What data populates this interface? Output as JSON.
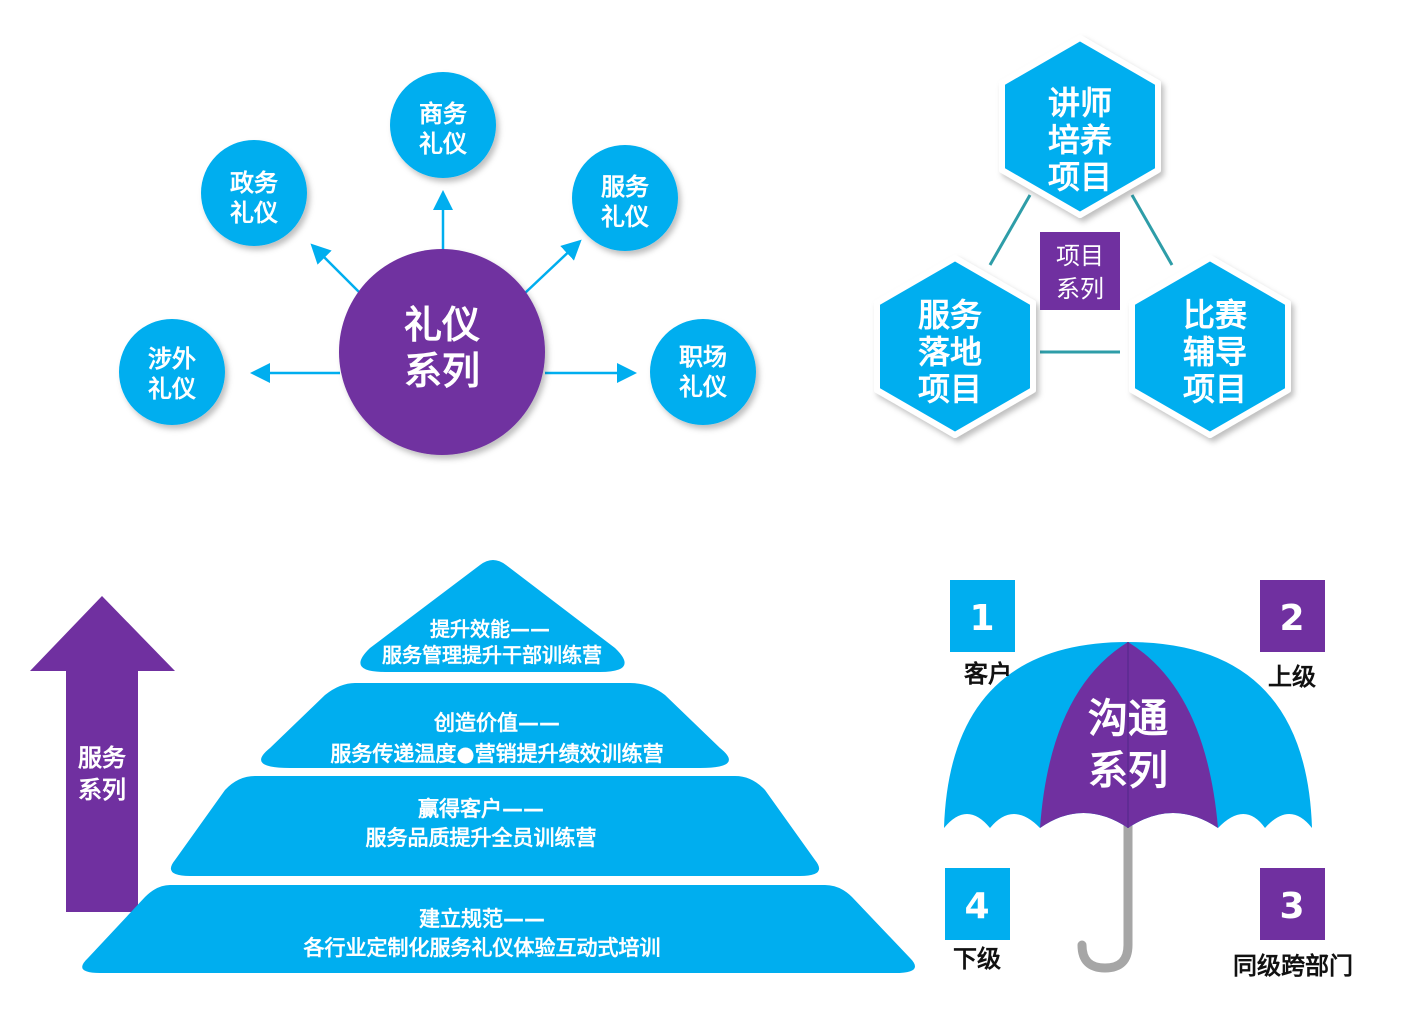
{
  "colors": {
    "blue": "#00AEEF",
    "purple": "#7030A0",
    "gray": "#A6A6A6"
  },
  "etiquette": {
    "center": [
      "礼仪",
      "系列"
    ],
    "nodes": [
      {
        "lines": [
          "商务",
          "礼仪"
        ]
      },
      {
        "lines": [
          "政务",
          "礼仪"
        ]
      },
      {
        "lines": [
          "服务",
          "礼仪"
        ]
      },
      {
        "lines": [
          "涉外",
          "礼仪"
        ]
      },
      {
        "lines": [
          "职场",
          "礼仪"
        ]
      }
    ]
  },
  "projects": {
    "center": [
      "项目",
      "系列"
    ],
    "hexes": [
      {
        "lines": [
          "讲师",
          "培养",
          "项目"
        ]
      },
      {
        "lines": [
          "服务",
          "落地",
          "项目"
        ]
      },
      {
        "lines": [
          "比赛",
          "辅导",
          "项目"
        ]
      }
    ]
  },
  "service": {
    "arrow_label": [
      "服务",
      "系列"
    ],
    "tiers": [
      {
        "title": "提升效能——",
        "subtitle": "服务管理提升干部训练营"
      },
      {
        "title": "创造价值——",
        "subtitle": "服务传递温度●营销提升绩效训练营"
      },
      {
        "title": "赢得客户——",
        "subtitle": "服务品质提升全员训练营"
      },
      {
        "title": "建立规范——",
        "subtitle": "各行业定制化服务礼仪体验互动式培训"
      }
    ]
  },
  "communication": {
    "center": [
      "沟通",
      "系列"
    ],
    "items": [
      {
        "number": "1",
        "label": "客户"
      },
      {
        "number": "2",
        "label": "上级"
      },
      {
        "number": "3",
        "label": "同级跨部门"
      },
      {
        "number": "4",
        "label": "下级"
      }
    ]
  }
}
